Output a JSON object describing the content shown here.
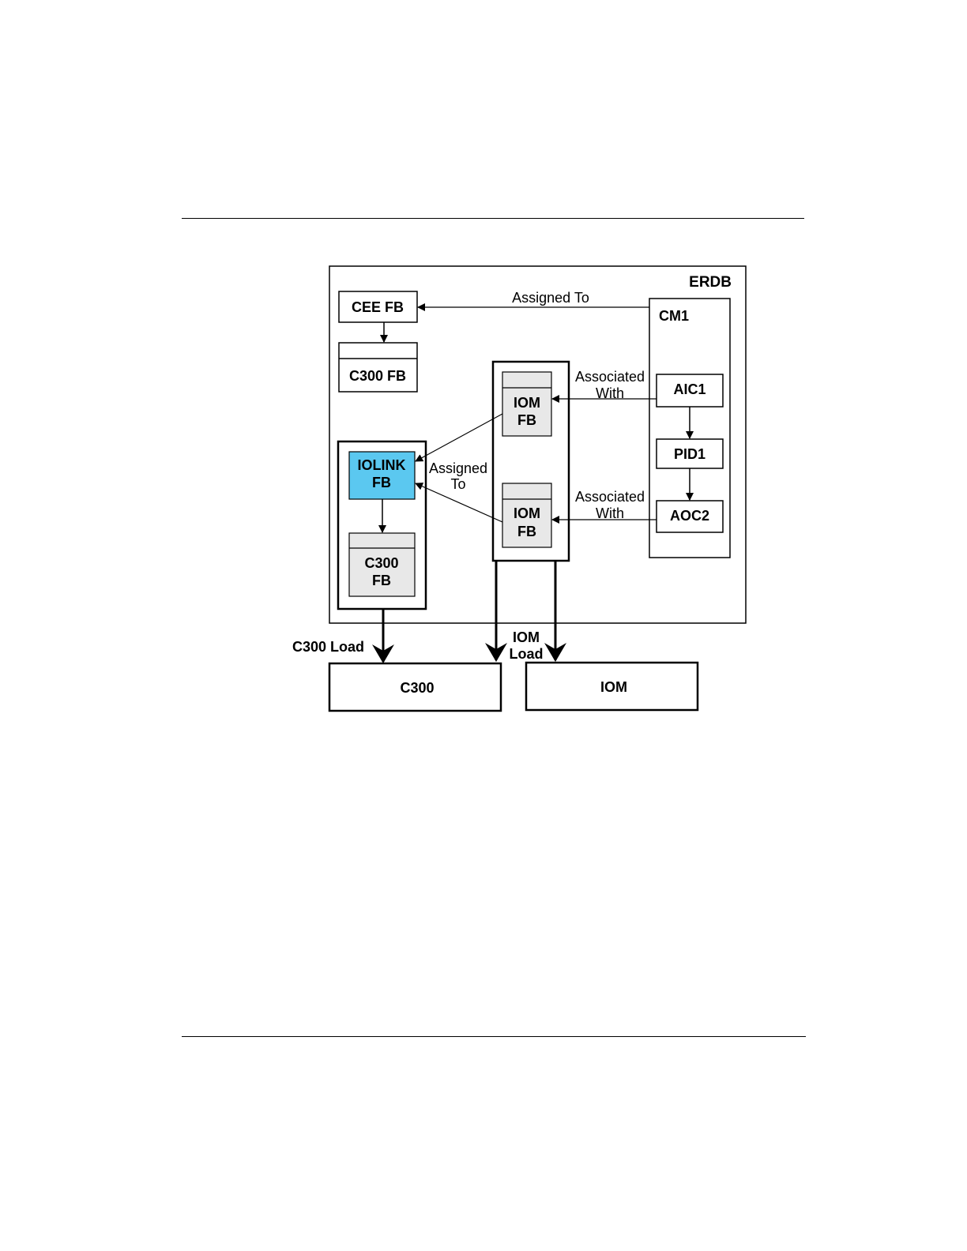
{
  "diagram": {
    "container_label": "ERDB",
    "nodes": {
      "cee_fb": "CEE FB",
      "c300_fb_top": "C300 FB",
      "cm1": "CM1",
      "aic1": "AIC1",
      "pid1": "PID1",
      "aoc2": "AOC2",
      "iom_fb_top": [
        "IOM",
        "FB"
      ],
      "iom_fb_bottom": [
        "IOM",
        "FB"
      ],
      "iolink_fb": [
        "IOLINK",
        "FB"
      ],
      "c300_fb_left": [
        "C300",
        "FB"
      ],
      "c300": "C300",
      "iom": "IOM"
    },
    "edge_labels": {
      "assigned_to_top": "Assigned To",
      "associated_with_top": [
        "Associated",
        "With"
      ],
      "associated_with_bottom": [
        "Associated",
        "With"
      ],
      "assigned_to_mid": [
        "Assigned",
        "To"
      ],
      "c300_load": "C300 Load",
      "iom_load": [
        "IOM",
        "Load"
      ]
    },
    "colors": {
      "iolink_fill": "#5bc8f0",
      "fb_fill": "#e8e8e8",
      "stroke": "#000000"
    }
  }
}
